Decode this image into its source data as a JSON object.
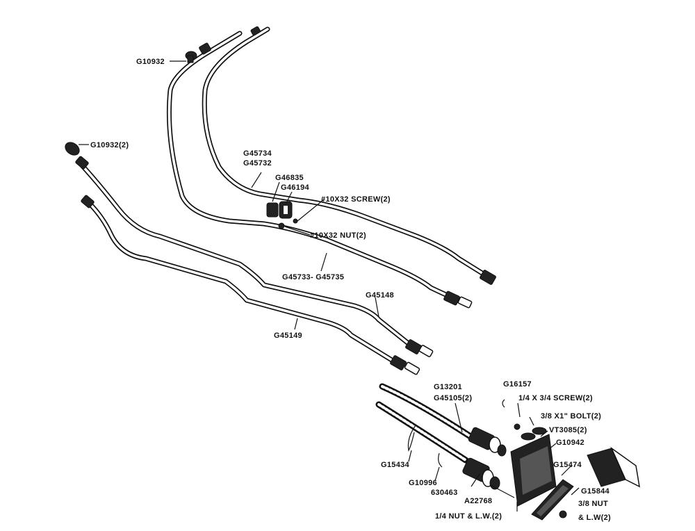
{
  "labels": {
    "g10932": "G10932",
    "g10932_2": "G10932(2)",
    "g45734": "G45734",
    "g45732": "G45732",
    "g46835": "G46835",
    "g46194": "G46194",
    "screw_10x32": "#10X32 SCREW(2)",
    "nut_10x32": "#10X32 NUT(2)",
    "g45733_45735": "G45733- G45735",
    "g45148": "G45148",
    "g45149": "G45149",
    "g13201": "G13201",
    "g45105": "G45105(2)",
    "g16157": "G16157",
    "screw_quarter": "1/4 X 3/4 SCREW(2)",
    "bolt_38": "3/8 X1\" BOLT(2)",
    "vt3085": "VT3085(2)",
    "g10942": "G10942",
    "g15474": "G15474",
    "g15434": "G15434",
    "g10996": "G10996",
    "g30463": "630463",
    "a22768": "A22768",
    "g15844": "G15844",
    "nut_38_lw": "3/8 NUT",
    "nut_38_lw2": "& L.W(2)",
    "nut_quarter_lw": "1/4 NUT & L.W.(2)"
  }
}
